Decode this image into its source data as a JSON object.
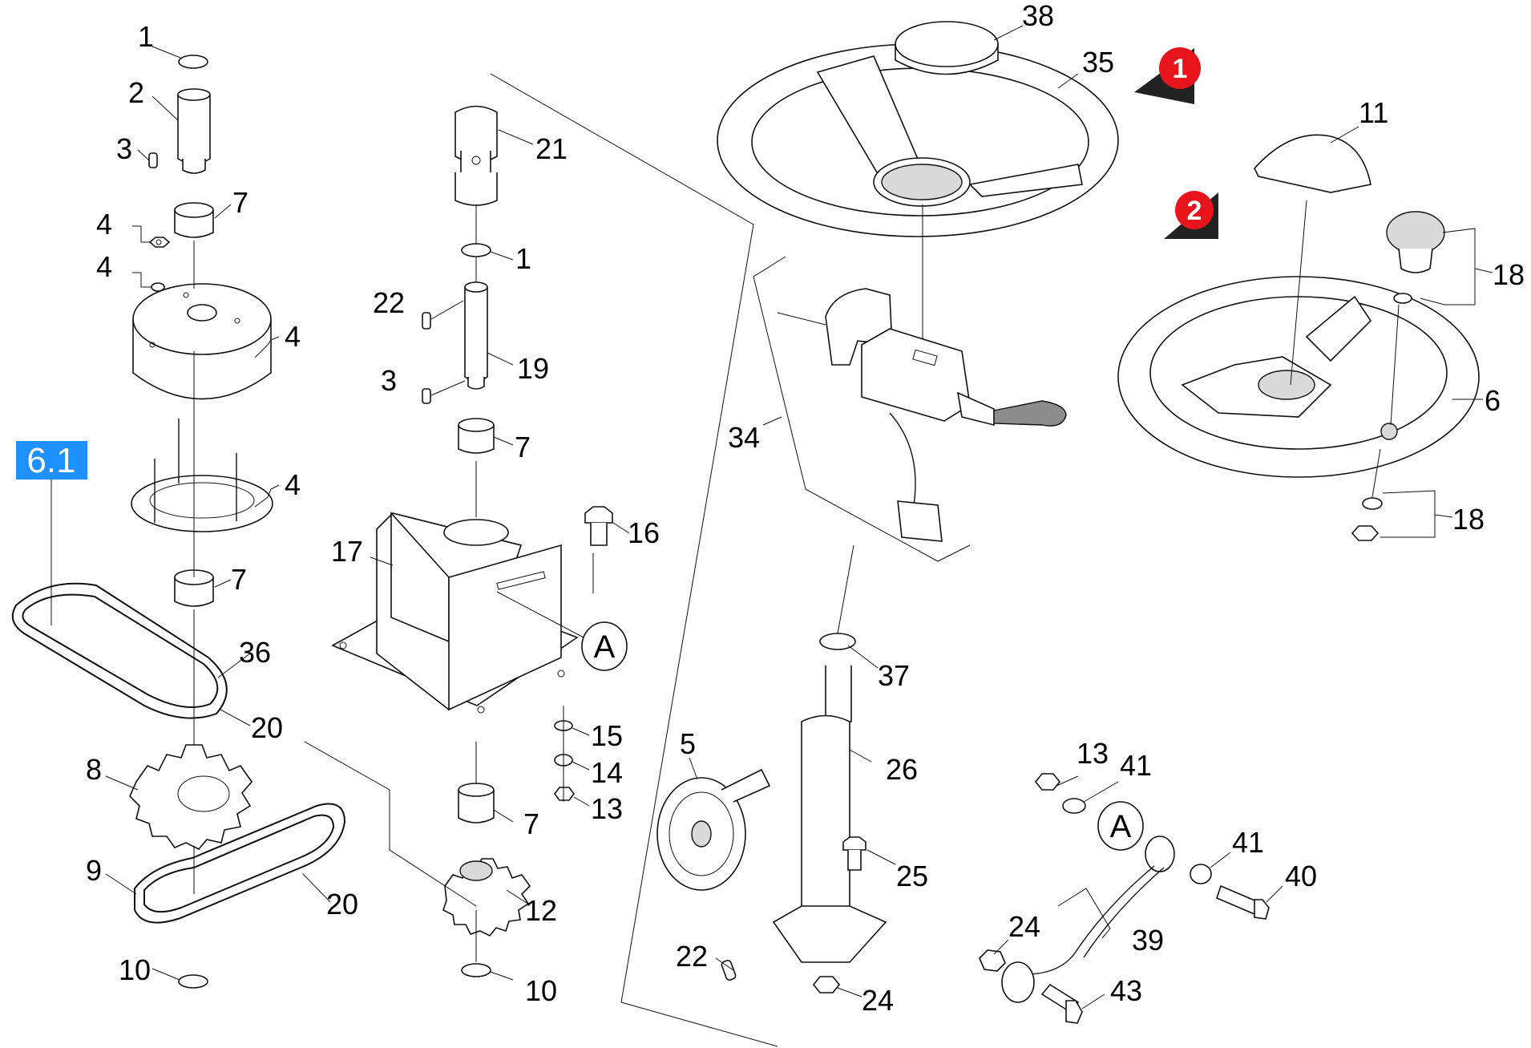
{
  "diagram": {
    "highlight_tag": {
      "text": "6.1",
      "color": "#1e90ff"
    },
    "variant_markers": [
      {
        "text": "1",
        "color": "#e8141c"
      },
      {
        "text": "2",
        "color": "#e8141c"
      }
    ],
    "reference_symbols": [
      {
        "text": "A"
      },
      {
        "text": "A"
      }
    ],
    "callouts": [
      "1",
      "2",
      "3",
      "7",
      "4",
      "4",
      "4",
      "4",
      "7",
      "36",
      "20",
      "8",
      "9",
      "20",
      "10",
      "21",
      "1",
      "22",
      "19",
      "3",
      "7",
      "17",
      "16",
      "15",
      "14",
      "13",
      "7",
      "12",
      "10",
      "38",
      "35",
      "34",
      "37",
      "5",
      "26",
      "25",
      "22",
      "24",
      "11",
      "18",
      "6",
      "18",
      "13",
      "41",
      "41",
      "40",
      "24",
      "39",
      "43"
    ]
  }
}
